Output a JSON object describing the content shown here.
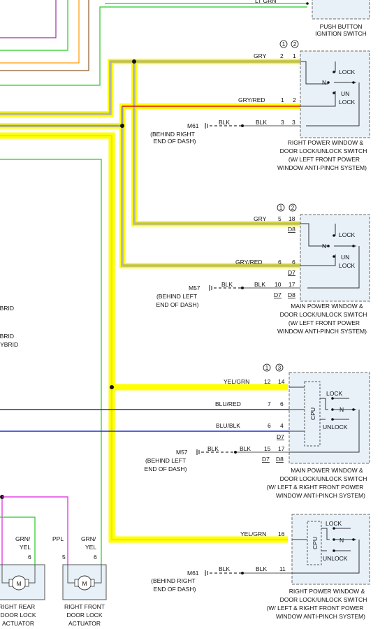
{
  "components": {
    "push_button_ignition_switch": {
      "line1": "PUSH BUTTON",
      "line2": "IGNITION SWITCH",
      "wire_color": "LT GRN"
    },
    "rpw_switch_1": {
      "circles": [
        "1",
        "2"
      ],
      "label_lines": [
        "RIGHT POWER WINDOW &",
        "DOOR LOCK/UNLOCK SWITCH",
        "(W/ LEFT FRONT POWER",
        "WINDOW ANTI-PINCH SYSTEM)"
      ],
      "positions": [
        "LOCK",
        "N",
        "UN",
        "LOCK"
      ],
      "wires": [
        {
          "color": "GRY",
          "pin_a": "2",
          "pin_b": "1"
        },
        {
          "color": "GRY/RED",
          "pin_a": "1",
          "pin_b": "2"
        },
        {
          "color": "BLK",
          "pin_a": "3",
          "pin_b": "3"
        }
      ],
      "ground": {
        "id": "M61",
        "note_1": "(BEHIND RIGHT",
        "note_2": "END OF DASH)",
        "wire": "BLK"
      }
    },
    "main_switch_1": {
      "circles": [
        "1",
        "2"
      ],
      "label_lines": [
        "MAIN POWER WINDOW &",
        "DOOR LOCK/UNLOCK SWITCH",
        "(W/ LEFT FRONT POWER",
        "WINDOW ANTI-PINCH SYSTEM)"
      ],
      "positions": [
        "LOCK",
        "N",
        "UN",
        "LOCK"
      ],
      "wires": [
        {
          "color": "GRY",
          "pin_a": "5",
          "pin_b": "18",
          "conn": "D8"
        },
        {
          "color": "GRY/RED",
          "pin_a": "6",
          "pin_b": "6",
          "conn": "D7"
        },
        {
          "color": "BLK",
          "pin_a": "10",
          "pin_b": "17",
          "conn_a": "D7",
          "conn_b": "D8"
        }
      ],
      "ground": {
        "id": "M57",
        "note_1": "(BEHIND LEFT",
        "note_2": "END OF DASH)",
        "wire": "BLK"
      }
    },
    "main_switch_2": {
      "circles": [
        "1",
        "3"
      ],
      "label_lines": [
        "MAIN POWER WINDOW &",
        "DOOR LOCK/UNLOCK SWITCH",
        "(W/ LEFT & RIGHT FRONT POWER",
        "WINDOW ANTI-PINCH SYSTEM)"
      ],
      "cpu": "CPU",
      "positions": [
        "LOCK",
        "N",
        "UNLOCK"
      ],
      "wires": [
        {
          "color": "YEL/GRN",
          "pin_a": "12",
          "pin_b": "14"
        },
        {
          "color": "BLU/RED",
          "pin_a": "7",
          "pin_b": "6"
        },
        {
          "color": "BLU/BLK",
          "pin_a": "6",
          "pin_b": "4",
          "conn": "D7"
        },
        {
          "color": "BLK",
          "pin_a": "15",
          "pin_b": "17",
          "conn_a": "D7",
          "conn_b": "D8"
        }
      ],
      "ground": {
        "id": "M57",
        "note_1": "(BEHIND LEFT",
        "note_2": "END OF DASH)",
        "wire": "BLK"
      }
    },
    "rpw_switch_2": {
      "label_lines": [
        "RIGHT POWER WINDOW &",
        "DOOR LOCK/UNLOCK SWITCH",
        "(W/ LEFT & RIGHT FRONT POWER",
        "WINDOW ANTI-PINCH SYSTEM)"
      ],
      "cpu": "CPU",
      "positions": [
        "LOCK",
        "N",
        "UNLOCK"
      ],
      "wires": [
        {
          "color": "YEL/GRN",
          "pin": "16"
        },
        {
          "color": "BLK",
          "pin": "11"
        }
      ],
      "ground": {
        "id": "M61",
        "note_1": "(BEHIND RIGHT",
        "note_2": "END OF DASH)",
        "wire": "BLK"
      }
    }
  },
  "left_fragments": [
    "YBRID",
    "YBRID",
    "HYBRID"
  ],
  "actuators": {
    "right_rear": {
      "wire_color_1": "GRN/",
      "wire_color_2": "YEL",
      "pin": "6",
      "motor": "M",
      "label_lines": [
        "RIGHT REAR",
        "DOOR LOCK",
        "ACTUATOR"
      ]
    },
    "right_front": {
      "wire_ppl": "PPL",
      "pin_ppl": "5",
      "wire_color_1": "GRN/",
      "wire_color_2": "YEL",
      "pin": "6",
      "motor": "M",
      "label_lines": [
        "RIGHT FRONT",
        "DOOR LOCK",
        "ACTUATOR"
      ]
    }
  },
  "colors": {
    "highlight": "#ffff00",
    "gray_wire": "#9a9a9a",
    "red_wire": "#e01010",
    "blu_red": "#5a1a8a",
    "blu_blk": "#2030c8",
    "green": "#22cc22",
    "pink": "#e020e0",
    "orange": "#ff9900",
    "brown": "#8b5a2b",
    "purple": "#9b30a0",
    "box_fill": "#e8f1f8"
  }
}
